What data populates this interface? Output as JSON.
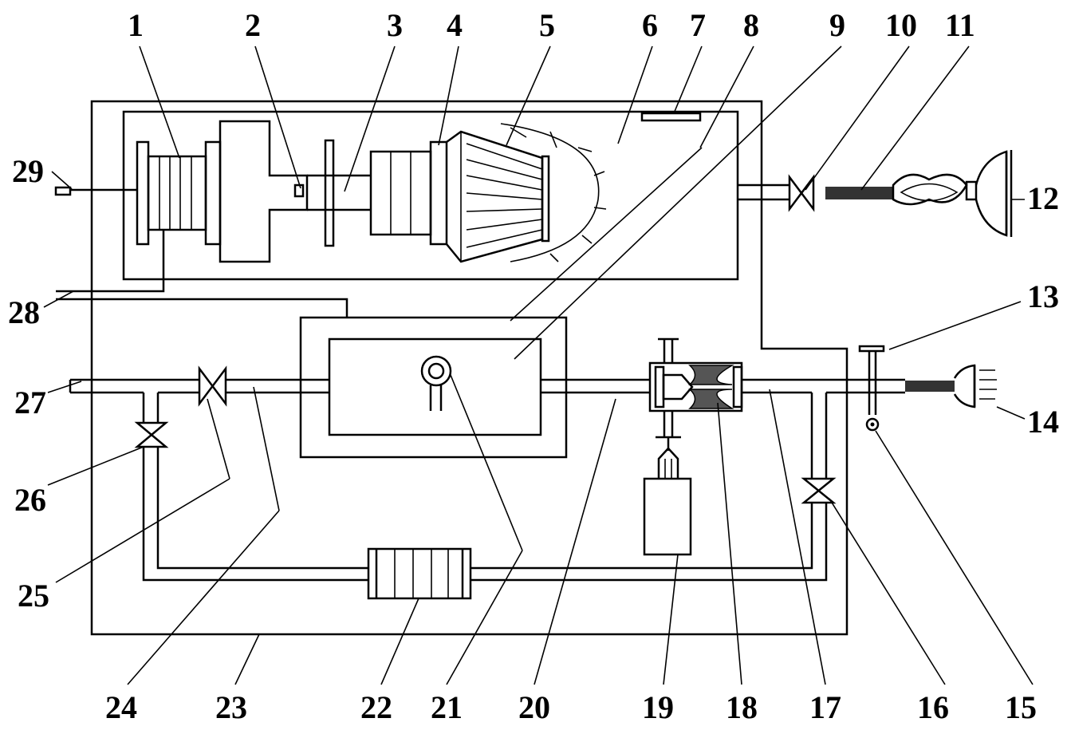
{
  "labels": {
    "1": "1",
    "2": "2",
    "3": "3",
    "4": "4",
    "5": "5",
    "6": "6",
    "7": "7",
    "8": "8",
    "9": "9",
    "10": "10",
    "11": "11",
    "12": "12",
    "13": "13",
    "14": "14",
    "15": "15",
    "16": "16",
    "17": "17",
    "18": "18",
    "19": "19",
    "20": "20",
    "21": "21",
    "22": "22",
    "23": "23",
    "24": "24",
    "25": "25",
    "26": "26",
    "27": "27",
    "28": "28",
    "29": "29"
  }
}
